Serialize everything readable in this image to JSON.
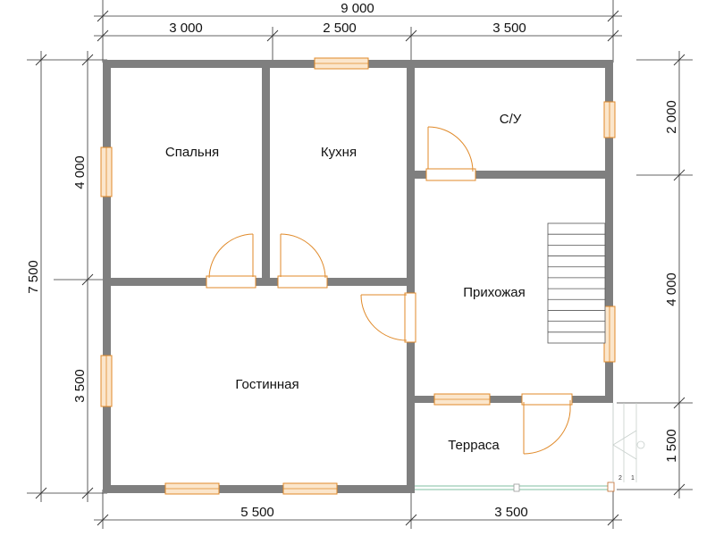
{
  "dimensions": {
    "total_width": "9 000",
    "top": [
      "3 000",
      "2 500",
      "3 500"
    ],
    "total_height": "7 500",
    "left": [
      "4 000",
      "3 500"
    ],
    "right": [
      "2 000",
      "4 000",
      "1 500"
    ],
    "bottom": [
      "5 500",
      "3 500"
    ]
  },
  "rooms": {
    "bedroom": "Спальня",
    "kitchen": "Кухня",
    "bathroom": "С/У",
    "hall": "Прихожая",
    "living": "Гостинная",
    "terrace": "Терраса"
  },
  "marks": {
    "stair_1": "1",
    "stair_2": "2"
  },
  "colors": {
    "wall": "#7f7f7f",
    "window": "#e08a2a",
    "text": "#111111"
  }
}
